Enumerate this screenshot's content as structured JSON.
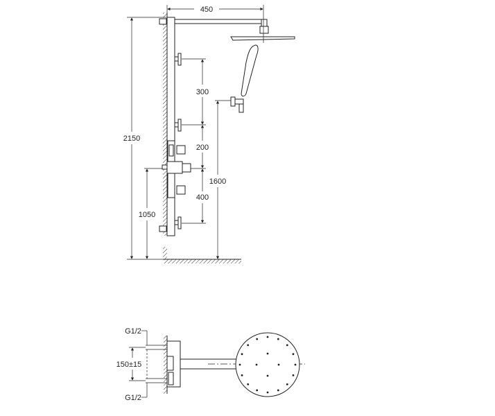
{
  "elevation": {
    "dimensions": {
      "arm_length": "450",
      "total_height": "2150",
      "body_jet_spacing_upper": "300",
      "body_jet_spacing_middle": "200",
      "body_jet_spacing_lower": "400",
      "hand_shower_height": "1600",
      "mixer_height": "1050"
    }
  },
  "plan": {
    "dimensions": {
      "inlet_top": "G1/2",
      "inlet_bottom": "G1/2",
      "inlet_spacing": "150±15"
    }
  }
}
